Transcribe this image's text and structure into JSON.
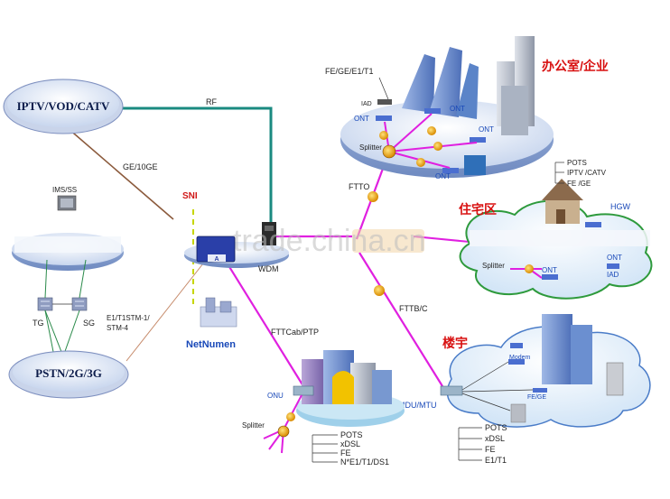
{
  "nodes": {
    "iptv": "IPTV/VOD/CATV",
    "pstn": "PSTN/2G/3G",
    "ims": "IMS/SS",
    "tg": "TG",
    "sg": "SG",
    "sni": "SNI",
    "netnumen": "NetNumen",
    "wdm": "WDM",
    "onu": "ONU",
    "mdu": "MDU/MTU",
    "iad": "IAD",
    "ont": "ONT",
    "splitter": "Splitter",
    "hgw": "HGW",
    "modem": "Modem",
    "fe_ge": "FE/GE"
  },
  "links": {
    "rf": "RF",
    "ge10ge": "GE/10GE",
    "e1t1": "E1/T1STM-1/",
    "stm4": "STM-4",
    "ftto": "FTTO",
    "fttb": "FTTB/C",
    "fttcab": "FTTCab/PTP"
  },
  "regions": {
    "office": "办公室/企业",
    "residential": "住宅区",
    "building": "楼宇"
  },
  "service_lists": {
    "office_top": "FE/GE/E1/T1",
    "residential": [
      "POTS",
      "IPTV /CATV",
      "FE /GE"
    ],
    "cabinet": [
      "POTS",
      "xDSL",
      "FE",
      "N*E1/T1/DS1"
    ],
    "building": [
      "POTS",
      "xDSL",
      "FE",
      "E1/T1"
    ]
  },
  "watermark": "trade.china.cn",
  "colors": {
    "fiber": "#e020e0",
    "rf_link": "#1a8a80",
    "ge_link": "#8b5a3c",
    "sni": "#d01818",
    "region_title": "#d81010",
    "netnumen": "#1848b8"
  }
}
